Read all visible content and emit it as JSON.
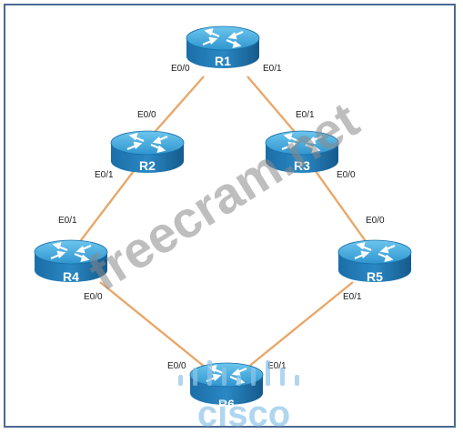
{
  "colors": {
    "link": "#e8a86a",
    "router_top": "#3aa7d9",
    "router_side": "#1a6fa8",
    "frame": "#4a6a92"
  },
  "routers": [
    {
      "id": "r1",
      "label": "R1"
    },
    {
      "id": "r2",
      "label": "R2"
    },
    {
      "id": "r3",
      "label": "R3"
    },
    {
      "id": "r4",
      "label": "R4"
    },
    {
      "id": "r5",
      "label": "R5"
    },
    {
      "id": "r6",
      "label": "R6"
    }
  ],
  "links": [
    {
      "id": "r1-r2",
      "from": "R1",
      "to": "R2"
    },
    {
      "id": "r1-r3",
      "from": "R1",
      "to": "R3"
    },
    {
      "id": "r2-r4",
      "from": "R2",
      "to": "R4"
    },
    {
      "id": "r3-r5",
      "from": "R3",
      "to": "R5"
    },
    {
      "id": "r4-r6",
      "from": "R4",
      "to": "R6"
    },
    {
      "id": "r5-r6",
      "from": "R5",
      "to": "R6"
    }
  ],
  "interfaces": {
    "r1_left": "E0/0",
    "r1_right": "E0/1",
    "r2_top": "E0/0",
    "r2_bottom": "E0/1",
    "r3_top": "E0/1",
    "r3_bottom": "E0/0",
    "r4_top": "E0/1",
    "r4_bottom": "E0/0",
    "r5_top": "E0/0",
    "r5_bottom": "E0/1",
    "r6_left": "E0/0",
    "r6_right": "E0/1"
  },
  "watermark": {
    "text": "freecram.net",
    "logo": "cisco",
    "logo_icon": "cisco-bars-icon"
  }
}
